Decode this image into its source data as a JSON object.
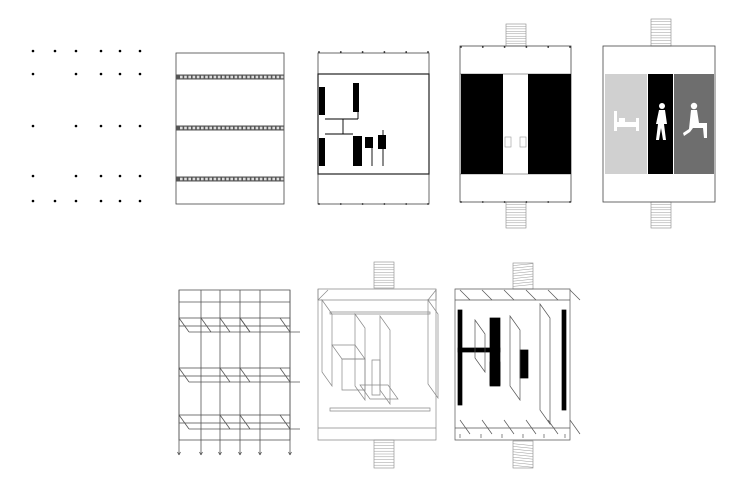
{
  "diagram": {
    "panels": [
      {
        "id": "grid-points",
        "fill_color": "#000000"
      },
      {
        "id": "structure-beams",
        "beam_color": "#555555"
      },
      {
        "id": "partition-plan",
        "wall_color": "#000000"
      },
      {
        "id": "solid-void-plan",
        "mass_color": "#000000"
      },
      {
        "id": "program-zones",
        "zones": [
          {
            "name": "sleep",
            "icon": "bed-icon",
            "color": "#d0d0d0"
          },
          {
            "name": "circulation",
            "icon": "walking-person-icon",
            "color": "#000000"
          },
          {
            "name": "living",
            "icon": "seated-person-icon",
            "color": "#6e6e6e"
          }
        ]
      },
      {
        "id": "axonometric-frame"
      },
      {
        "id": "axonometric-partitions"
      },
      {
        "id": "axonometric-walls"
      }
    ],
    "colors": {
      "line": "#333333",
      "light_line": "#999999",
      "background": "#ffffff"
    }
  }
}
